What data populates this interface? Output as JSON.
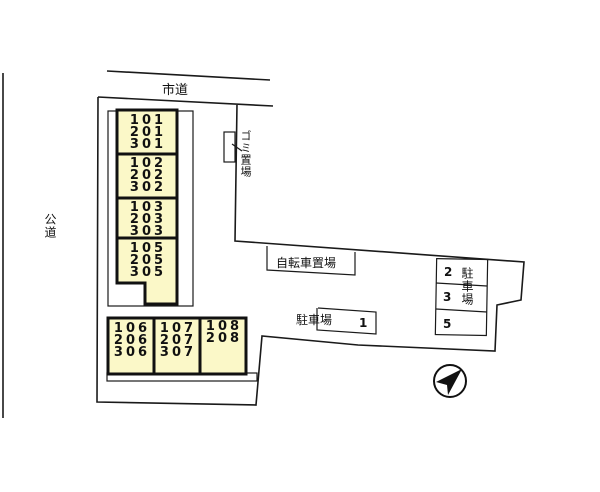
{
  "map": {
    "labels": {
      "city_road": "市道",
      "public_road": "公道",
      "garbage_area": "ゴミ置場",
      "bicycle_parking": "自転車置場",
      "parking_main": "駐車場",
      "parking_side": "駐車場"
    },
    "buildings": [
      {
        "id": "b1",
        "units": [
          "101",
          "201",
          "301"
        ]
      },
      {
        "id": "b2",
        "units": [
          "102",
          "202",
          "302"
        ]
      },
      {
        "id": "b3",
        "units": [
          "103",
          "203",
          "303"
        ]
      },
      {
        "id": "b4",
        "units": [
          "105",
          "205",
          "305"
        ]
      },
      {
        "id": "b5",
        "units": [
          "106",
          "206",
          "306"
        ]
      },
      {
        "id": "b6",
        "units": [
          "107",
          "207",
          "307"
        ]
      },
      {
        "id": "b7",
        "units": [
          "108",
          "208"
        ]
      }
    ],
    "parking_spaces": [
      "1",
      "2",
      "3",
      "5"
    ],
    "compass": {
      "icon": "north-arrow-icon",
      "direction": "northeast"
    },
    "colors": {
      "building_fill": "#fbf8c8",
      "line": "#1a1a1a",
      "background": "#ffffff"
    }
  }
}
